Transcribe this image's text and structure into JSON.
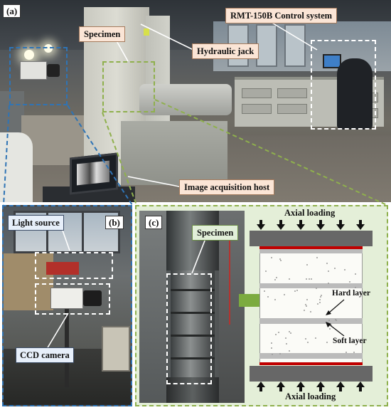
{
  "panel_a": {
    "tag": "(a)",
    "callouts": {
      "specimen": "Specimen",
      "hydraulic_jack": "Hydraulic jack",
      "control_system": "RMT-150B Control system",
      "image_host": "Image acquisition host"
    }
  },
  "panel_b": {
    "tag": "(b)",
    "labels": {
      "light_source": "Light source",
      "ccd_camera": "CCD camera"
    }
  },
  "panel_c": {
    "tag": "(c)",
    "specimen_label": "Specimen",
    "axial_top": "Axial loading",
    "axial_bottom": "Axial loading",
    "hard_layer": "Hard layer",
    "soft_layer": "Soft layer"
  },
  "colors": {
    "camera_box": "#2f74b5",
    "specimen_box": "#8fb04d",
    "callout_fill": "#fbe5d6",
    "panel_c_fill": "#e4efd8",
    "arrow_green": "#7bab3f",
    "red_band": "#c00000",
    "plate_gray": "#676767"
  }
}
